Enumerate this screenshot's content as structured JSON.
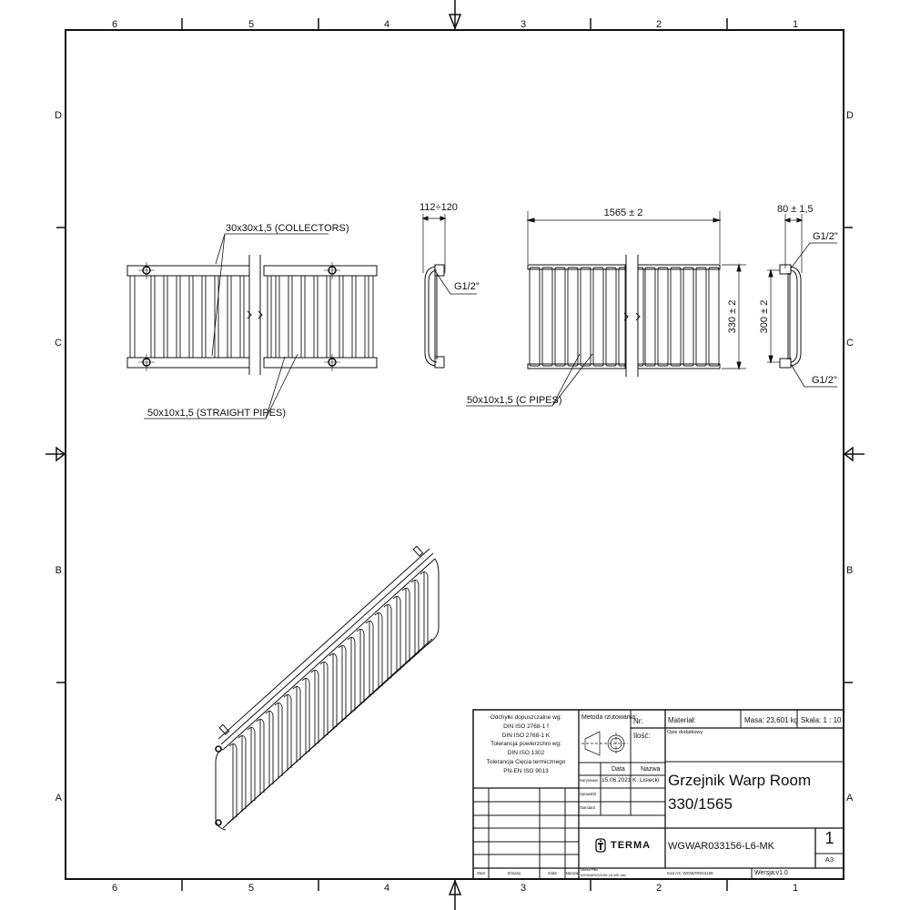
{
  "sheet": {
    "zones_columns": [
      "6",
      "5",
      "4",
      "3",
      "2",
      "1"
    ],
    "zones_rows": [
      "D",
      "C",
      "B",
      "A"
    ],
    "line_color": "#111111",
    "background": "#ffffff"
  },
  "front_view": {
    "collectors_label": "30x30x1,5 (COLLECTORS)",
    "pipes_label": "50x10x1,5 (STRAIGHT PIPES)"
  },
  "side_view_left": {
    "width_dim": "112÷120",
    "thread_label": "G1/2\""
  },
  "rear_view": {
    "length_dim": "1565 ± 2",
    "height_dim": "330 ± 2",
    "pipes_label": "50x10x1,5 (C PIPES)"
  },
  "side_view_right": {
    "depth_dim": "80 ± 1,5",
    "spacing_dim": "300 ± 2",
    "thread_top": "G1/2\"",
    "thread_bottom": "G1/2\""
  },
  "title_block": {
    "tolerances": [
      "Odchyłki dopuszczalne wg:",
      "DIN ISO 2768-1 f",
      "DIN ISO 2768-1 K",
      "Tolerancja powierzchni wg:",
      "DIN ISO 1302",
      "Tolerancja Cięcia termicznego",
      "PN-EN ISO 9013"
    ],
    "projection_method_label": "Metoda rzutowania:",
    "nr_label": "Nr:",
    "ilosc_label": "Ilość:",
    "material_label": "Materiał:",
    "mass": "Masa: 23,601 kg",
    "scale": "Skala: 1 : 10",
    "additional_desc_label": "Opis dodatkowy:",
    "col_data": "Data",
    "col_nazwa": "Nazwa",
    "row_drawn": "Narysował",
    "row_checked": "Sprawdził",
    "row_standard": "Standard",
    "drawn_date": "15.06.2021",
    "drawn_by": "K. Lisiecki",
    "title_line1": "Grzejnik Warp Room",
    "title_line2": "330/1565",
    "drawing_number": "WGWAR033156-L6-MK",
    "sheet_number": "1",
    "sheet_format": "A3",
    "brand": "TERMA",
    "file_name_label": "Nazwa Pliku",
    "file_name": "WGWAR033156-L6-MK.idw",
    "kod_ax": "Kod AX: WGWAR033156",
    "version": "Wersja:v1.0",
    "revision_headers": [
      "Stan",
      "Zmiany",
      "Data",
      "Nazwa"
    ]
  }
}
